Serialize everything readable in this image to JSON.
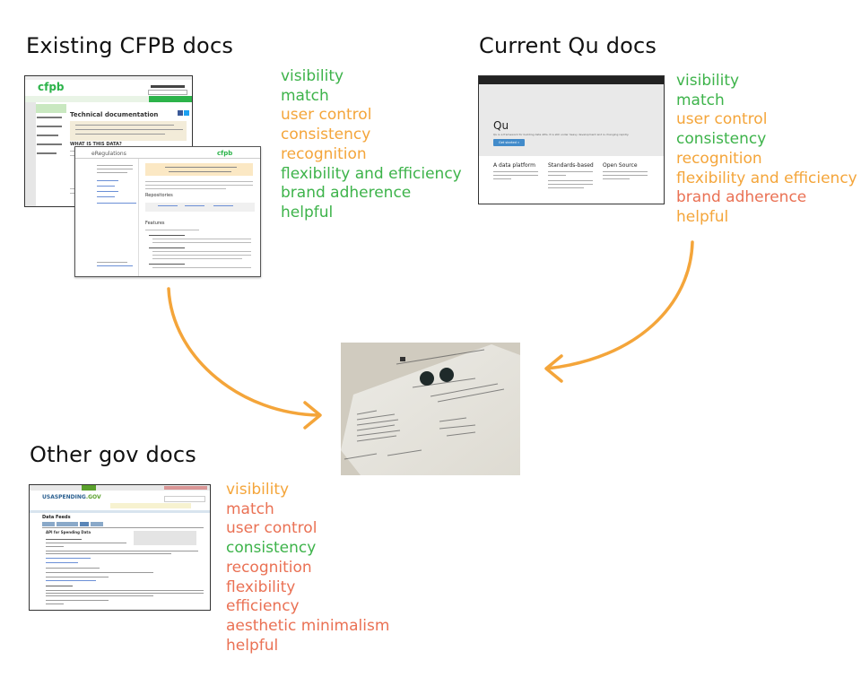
{
  "headings": {
    "cfpb": "Existing CFPB docs",
    "qu": "Current Qu docs",
    "gov": "Other gov docs"
  },
  "colors": {
    "good": "#3db34a",
    "mid": "#f4a53a",
    "bad": "#ea7154",
    "arrow": "#f4a53a"
  },
  "cfpb_criteria": [
    {
      "label": "visibility",
      "rating": "good"
    },
    {
      "label": "match",
      "rating": "good"
    },
    {
      "label": "user control",
      "rating": "mid"
    },
    {
      "label": "consistency",
      "rating": "mid"
    },
    {
      "label": "recognition",
      "rating": "mid"
    },
    {
      "label": "flexibility and efficiency",
      "rating": "good"
    },
    {
      "label": "brand adherence",
      "rating": "good"
    },
    {
      "label": "helpful",
      "rating": "good"
    }
  ],
  "qu_criteria": [
    {
      "label": "visibility",
      "rating": "good"
    },
    {
      "label": "match",
      "rating": "good"
    },
    {
      "label": "user control",
      "rating": "mid"
    },
    {
      "label": "consistency",
      "rating": "good"
    },
    {
      "label": "recognition",
      "rating": "mid"
    },
    {
      "label": "flexibility and efficiency",
      "rating": "mid"
    },
    {
      "label": "brand adherence",
      "rating": "bad"
    },
    {
      "label": "helpful",
      "rating": "mid"
    }
  ],
  "gov_criteria": [
    {
      "label": "visibility",
      "rating": "mid"
    },
    {
      "label": "match",
      "rating": "bad"
    },
    {
      "label": "user control",
      "rating": "bad"
    },
    {
      "label": "consistency",
      "rating": "good"
    },
    {
      "label": "recognition",
      "rating": "bad"
    },
    {
      "label": "flexibility",
      "rating": "bad"
    },
    {
      "label": "efficiency",
      "rating": "bad"
    },
    {
      "label": "aesthetic minimalism",
      "rating": "bad"
    },
    {
      "label": "helpful",
      "rating": "bad"
    }
  ],
  "thumbs": {
    "cfpb_back_logo": "cfpb",
    "cfpb_back_title": "Technical documentation",
    "cfpb_back_section": "WHAT IS THIS DATA?",
    "cfpb_front_logo": "eRegulations",
    "cfpb_front_section": "Repositories",
    "cfpb_front_features": "Features",
    "qu_title": "Qu",
    "qu_subtitle": "Qu is a framework for building data APIs. It is still under heavy development and is changing rapidly.",
    "qu_button": "Get started »",
    "qu_col1": "A data platform",
    "qu_col2": "Standards-based",
    "qu_col3": "Open Source",
    "gov_logo": "USASPENDING",
    "gov_logo_sub": ".GOV",
    "gov_title": "Data Feeds",
    "gov_section": "API for Spending Data"
  }
}
